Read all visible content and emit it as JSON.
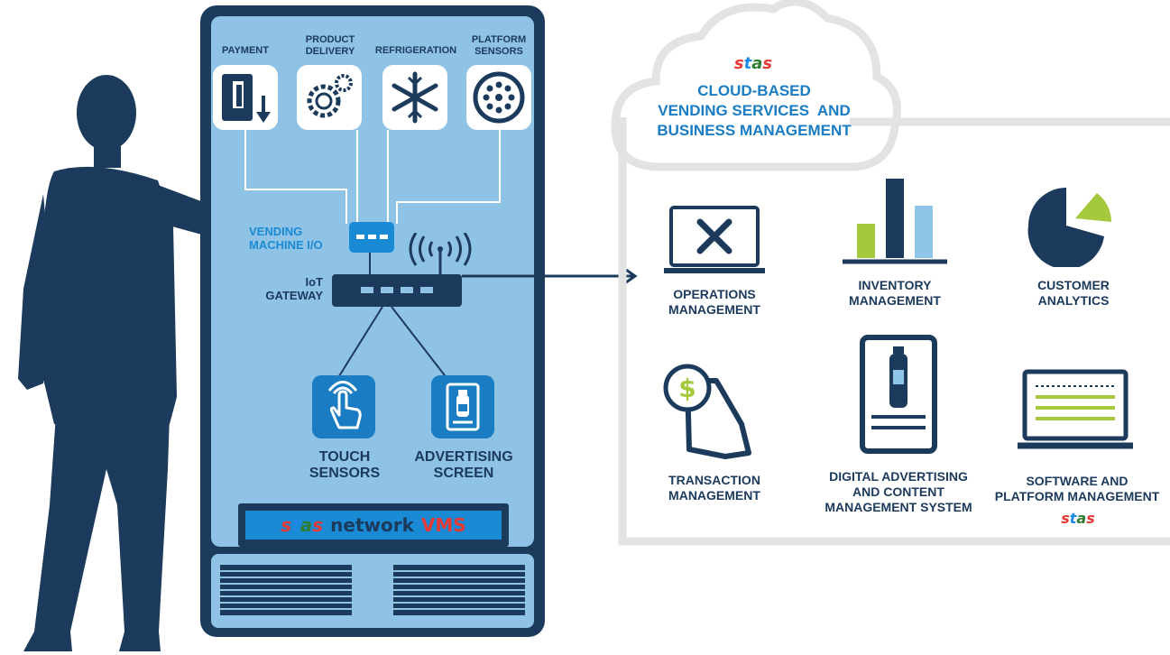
{
  "machine": {
    "sensor_labels": {
      "payment": "PAYMENT",
      "product_delivery": "PRODUCT\nDELIVERY",
      "refrigeration": "REFRIGERATION",
      "platform_sensors": "PLATFORM\nSENSORS"
    },
    "vending_io_label": "VENDING\nMACHINE I/O",
    "gateway_label": "IoT\nGATEWAY",
    "touch_label": "TOUCH\nSENSORS",
    "advertising_label": "ADVERTISING\nSCREEN",
    "banner": {
      "brand": "stas",
      "network": "network",
      "vms": "VMS"
    }
  },
  "cloud": {
    "brand": "stas",
    "title": "CLOUD-BASED\nVENDING SERVICES  AND\nBUSINESS MANAGEMENT"
  },
  "services": {
    "operations": "OPERATIONS\nMANAGEMENT",
    "inventory": "INVENTORY\nMANAGEMENT",
    "analytics": "CUSTOMER\nANALYTICS",
    "transaction": "TRANSACTION\nMANAGEMENT",
    "advertising": "DIGITAL ADVERTISING\nAND CONTENT\nMANAGEMENT SYSTEM",
    "software": "SOFTWARE AND\nPLATFORM MANAGEMENT",
    "software_brand": "stas"
  },
  "colors": {
    "navy": "#1b3a5c",
    "machine_blue": "#8fc3e6",
    "accent_blue": "#1a8ad4",
    "accent_green": "#a5c93c",
    "light_blue": "#8ec5e8"
  }
}
